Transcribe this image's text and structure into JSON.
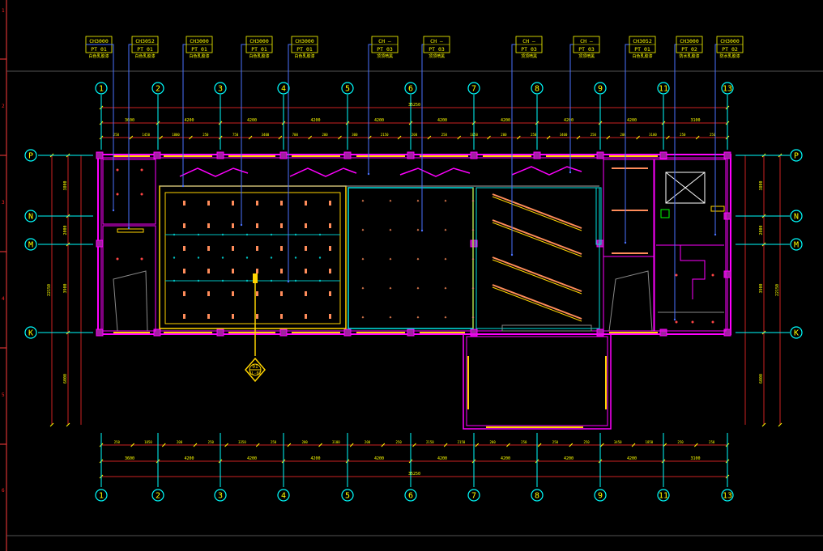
{
  "colors": {
    "background": "#000000",
    "grid_bubble": "#00ffff",
    "grid_label": "#ffff00",
    "dimension": "#cc2222",
    "dimension_text": "#ffff00",
    "wall": "#ff00ff",
    "ceiling": "#ffff66",
    "leader": "#4a72ff",
    "tag_text": "#ffff00",
    "fixture": "#ff8c5a",
    "downlight": "#ff4444",
    "margin_text": "#ff2222"
  },
  "margin_numbers": [
    "1",
    "2",
    "3",
    "4",
    "5",
    "6"
  ],
  "column_grid": [
    "1",
    "2",
    "3",
    "4",
    "5",
    "6",
    "7",
    "8",
    "9",
    "11",
    "13"
  ],
  "row_grid": [
    "P",
    "N",
    "M",
    "K"
  ],
  "ceiling_tags": [
    {
      "code": "CH3000",
      "material": "PT 01",
      "note": "白色乳胶漆"
    },
    {
      "code": "CH3052",
      "material": "PT 01",
      "note": "白色乳胶漆"
    },
    {
      "code": "CH3000",
      "material": "PT 01",
      "note": "白色乳胶漆"
    },
    {
      "code": "CH3000",
      "material": "PT 01",
      "note": "白色乳胶漆"
    },
    {
      "code": "CH3000",
      "material": "PT 01",
      "note": "白色乳胶漆"
    },
    {
      "code": "CH —",
      "material": "PT 03",
      "note": "顶顶喷黑"
    },
    {
      "code": "CH —",
      "material": "PT 03",
      "note": "顶顶喷黑"
    },
    {
      "code": "CH —",
      "material": "PT 03",
      "note": "顶顶喷黑"
    },
    {
      "code": "CH —",
      "material": "PT 03",
      "note": "顶顶喷黑"
    },
    {
      "code": "CH3052",
      "material": "PT 01",
      "note": "白色乳胶漆"
    },
    {
      "code": "CH3000",
      "material": "PT 02",
      "note": "防水乳胶漆"
    },
    {
      "code": "CH3000",
      "material": "PT 02",
      "note": "防水乳胶漆"
    }
  ],
  "dimensions": {
    "overall_top": "35250",
    "overall_bottom": "35250",
    "overall_left": "22150",
    "overall_right": "22150",
    "top_row": [
      "3600",
      "4200",
      "4200",
      "4200",
      "4200",
      "4200",
      "4200",
      "4200",
      "4200",
      "3100"
    ],
    "top_detail": [
      "250",
      "1450",
      "1800",
      "250",
      "750",
      "3400",
      "700",
      "200",
      "300",
      "2150",
      "200",
      "250",
      "1050",
      "200",
      "250",
      "3400",
      "250",
      "200",
      "3100",
      "250",
      "250"
    ],
    "bottom_row": [
      "3600",
      "4200",
      "4200",
      "4200",
      "4200",
      "4200",
      "4200",
      "4200",
      "4200",
      "3100"
    ],
    "bottom_detail": [
      "250",
      "1850",
      "200",
      "250",
      "3350",
      "250",
      "200",
      "3100",
      "200",
      "250",
      "2150",
      "2150",
      "200",
      "250",
      "250",
      "250",
      "3450",
      "1850",
      "250",
      "250"
    ],
    "left_row": [
      "3800",
      "2000",
      "3900",
      "6000"
    ],
    "right_row": [
      "3800",
      "2000",
      "3900",
      "6000"
    ]
  },
  "section_marker": {
    "number": "01",
    "sheet": "CL-01"
  }
}
